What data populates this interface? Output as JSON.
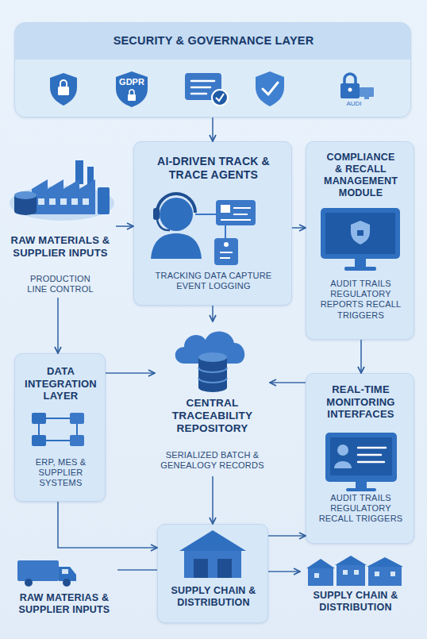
{
  "diagram": {
    "nodes": [
      {
        "text": [
          "SECURITY & GOVERNANCE LAYER"
        ]
      },
      {
        "text": [
          "RAW MATERIALS & SUPPLIER INPUTS",
          "PRODUCTION LINE CONTROL"
        ]
      },
      {
        "text": [
          "AI-DRIVEN TRACK & TRACE AGENTS",
          "TRACKING DATA CAPTURE EVENT LOGGING"
        ]
      },
      {
        "text": [
          "COMPLIANCE & RECALL MANAGEMENT MODULE",
          "AUDIT TRAILS REGULATORY REPORTS RECALL TRIGGERS"
        ]
      },
      {
        "text": [
          "DATA INTEGRATION LAYER",
          "ERP, MES & SUPPLIER SYSTEMS"
        ]
      },
      {
        "text": [
          "CENTRAL TRACEABILITY REPOSITORY",
          "SERIALIZED BATCH & GENEALOGY RECORDS"
        ]
      },
      {
        "text": [
          "REAL-TIME MONITORING INTERFACES",
          "AUDIT TRAILS REGULATORY RECALL TRIGGERS"
        ]
      },
      {
        "text": [
          "RAW MATERIAS & SUPPLIER INPUTS"
        ]
      },
      {
        "text": [
          "SUPPLY CHAIN & DISTRIBUTION"
        ]
      },
      {
        "text": [
          "SUPPLY CHAIN & DISTRIBUTION"
        ]
      }
    ],
    "edges": [
      {
        "from": 0,
        "to": 2,
        "arrow": "to"
      },
      {
        "from": 1,
        "to": 2,
        "arrow": "to"
      },
      {
        "from": 2,
        "to": 3,
        "arrow": "to"
      },
      {
        "from": 1,
        "to": 4,
        "arrow": "to"
      },
      {
        "from": 2,
        "to": 5,
        "arrow": "to"
      },
      {
        "from": 4,
        "to": 5,
        "arrow": "to"
      },
      {
        "from": 3,
        "to": 6,
        "arrow": "to"
      },
      {
        "from": 6,
        "to": 5,
        "arrow": "to"
      },
      {
        "from": 5,
        "to": 8,
        "arrow": "to"
      },
      {
        "from": 4,
        "to": 8,
        "arrow": "to"
      },
      {
        "from": 7,
        "to": 8,
        "arrow": "none"
      },
      {
        "from": 8,
        "to": 6,
        "arrow": "to"
      },
      {
        "from": 8,
        "to": 9,
        "arrow": "to"
      }
    ],
    "labels": [
      "GDPR",
      "AUDI"
    ]
  }
}
